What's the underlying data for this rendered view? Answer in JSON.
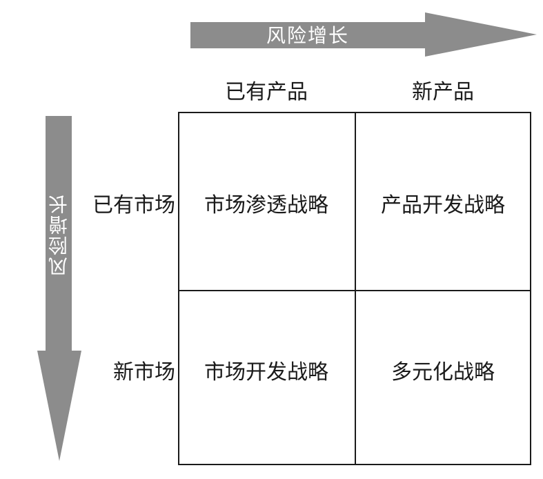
{
  "arrows": {
    "horizontal_label": "风险增长",
    "vertical_label": "风险增长",
    "color": "#8c8c8c"
  },
  "columns": [
    "已有产品",
    "新产品"
  ],
  "rows": [
    "已有市场",
    "新市场"
  ],
  "cells": {
    "existing_market_existing_product": "市场渗透战略",
    "existing_market_new_product": "产品开发战略",
    "new_market_existing_product": "市场开发战略",
    "new_market_new_product": "多元化战略"
  }
}
